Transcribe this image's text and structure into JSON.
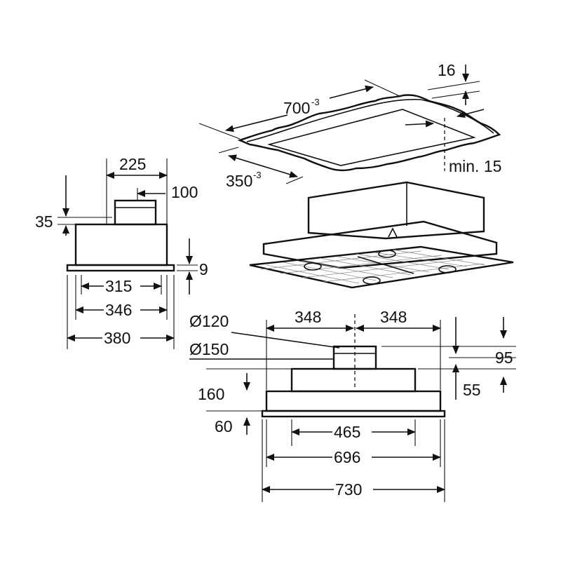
{
  "top_view": {
    "length": "700",
    "length_tol": "-3",
    "width": "350",
    "width_tol": "-3",
    "thickness": "16",
    "min_label": "min. 15"
  },
  "side_view": {
    "dim_225": "225",
    "dim_100": "100",
    "dim_35": "35",
    "dim_9": "9",
    "dim_315": "315",
    "dim_346": "346",
    "dim_380": "380"
  },
  "front_view": {
    "half_left": "348",
    "half_right": "348",
    "dia_120": "Ø120",
    "dia_150": "Ø150",
    "dim_160": "160",
    "dim_60": "60",
    "dim_95": "95",
    "dim_55": "55",
    "dim_465": "465",
    "dim_696": "696",
    "dim_730": "730"
  }
}
